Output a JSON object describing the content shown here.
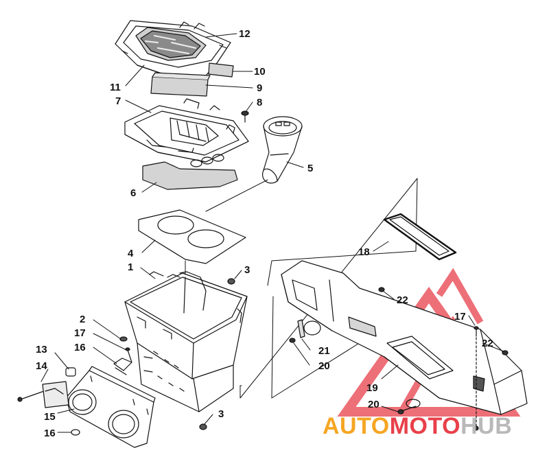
{
  "callouts": [
    {
      "id": "c12",
      "label": "12"
    },
    {
      "id": "c10",
      "label": "10"
    },
    {
      "id": "c9",
      "label": "9"
    },
    {
      "id": "c11",
      "label": "11"
    },
    {
      "id": "c7",
      "label": "7"
    },
    {
      "id": "c8",
      "label": "8"
    },
    {
      "id": "c5",
      "label": "5"
    },
    {
      "id": "c6",
      "label": "6"
    },
    {
      "id": "c4",
      "label": "4"
    },
    {
      "id": "c1",
      "label": "1"
    },
    {
      "id": "c3a",
      "label": "3"
    },
    {
      "id": "c18",
      "label": "18"
    },
    {
      "id": "c22a",
      "label": "22"
    },
    {
      "id": "c17b",
      "label": "17"
    },
    {
      "id": "c22b",
      "label": "22"
    },
    {
      "id": "c2",
      "label": "2"
    },
    {
      "id": "c17a",
      "label": "17"
    },
    {
      "id": "c16a",
      "label": "16"
    },
    {
      "id": "c13",
      "label": "13"
    },
    {
      "id": "c14",
      "label": "14"
    },
    {
      "id": "c21",
      "label": "21"
    },
    {
      "id": "c20a",
      "label": "20"
    },
    {
      "id": "c19",
      "label": "19"
    },
    {
      "id": "c20b",
      "label": "20"
    },
    {
      "id": "c15",
      "label": "15"
    },
    {
      "id": "c16b",
      "label": "16"
    },
    {
      "id": "c3b",
      "label": "3"
    }
  ],
  "watermark": {
    "part1": "AUTO",
    "part2": "MOTO",
    "part3": "HUB",
    "color1": "#f5a623",
    "color2": "#e8404a",
    "color3": "#b9b9b9"
  }
}
